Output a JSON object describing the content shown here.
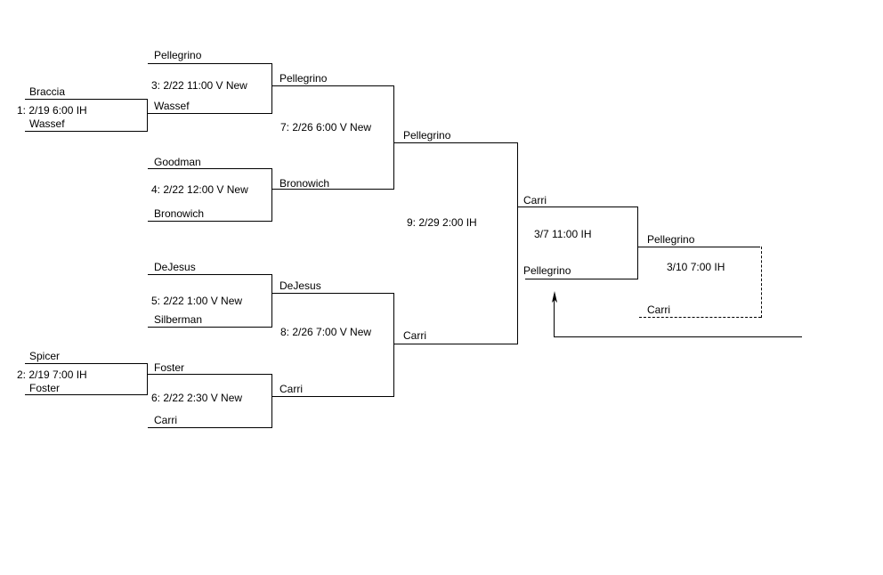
{
  "games": {
    "g1": {
      "top": "Braccia",
      "bottom": "Wassef",
      "info": "1: 2/19 6:00 IH"
    },
    "g2": {
      "top": "Spicer",
      "bottom": "Foster",
      "info": "2: 2/19 7:00 IH"
    },
    "g3": {
      "top": "Pellegrino",
      "bottom": "Wassef",
      "info": "3: 2/22 11:00 V New"
    },
    "g4": {
      "top": "Goodman",
      "bottom": "Bronowich",
      "info": "4: 2/22 12:00 V New"
    },
    "g5": {
      "top": "DeJesus",
      "bottom": "Silberman",
      "info": "5: 2/22 1:00 V New"
    },
    "g6": {
      "top": "Foster",
      "bottom": "Carri",
      "info": "6: 2/22 2:30 V New"
    },
    "g7": {
      "top": "Pellegrino",
      "bottom": "Bronowich",
      "info": "7: 2/26 6:00 V New"
    },
    "g8": {
      "top": "DeJesus",
      "bottom": "Carri",
      "info": "8: 2/26 7:00 V New"
    },
    "g9": {
      "top": "Pellegrino",
      "bottom": "Carri",
      "info": "9: 2/29 2:00 IH"
    },
    "final": {
      "top": "Carri",
      "bottom": "Pellegrino",
      "info": "3/7 11:00 IH"
    },
    "ifneeded": {
      "top": "Pellegrino",
      "bottom": "Carri",
      "info": "3/10 7:00 IH"
    }
  }
}
